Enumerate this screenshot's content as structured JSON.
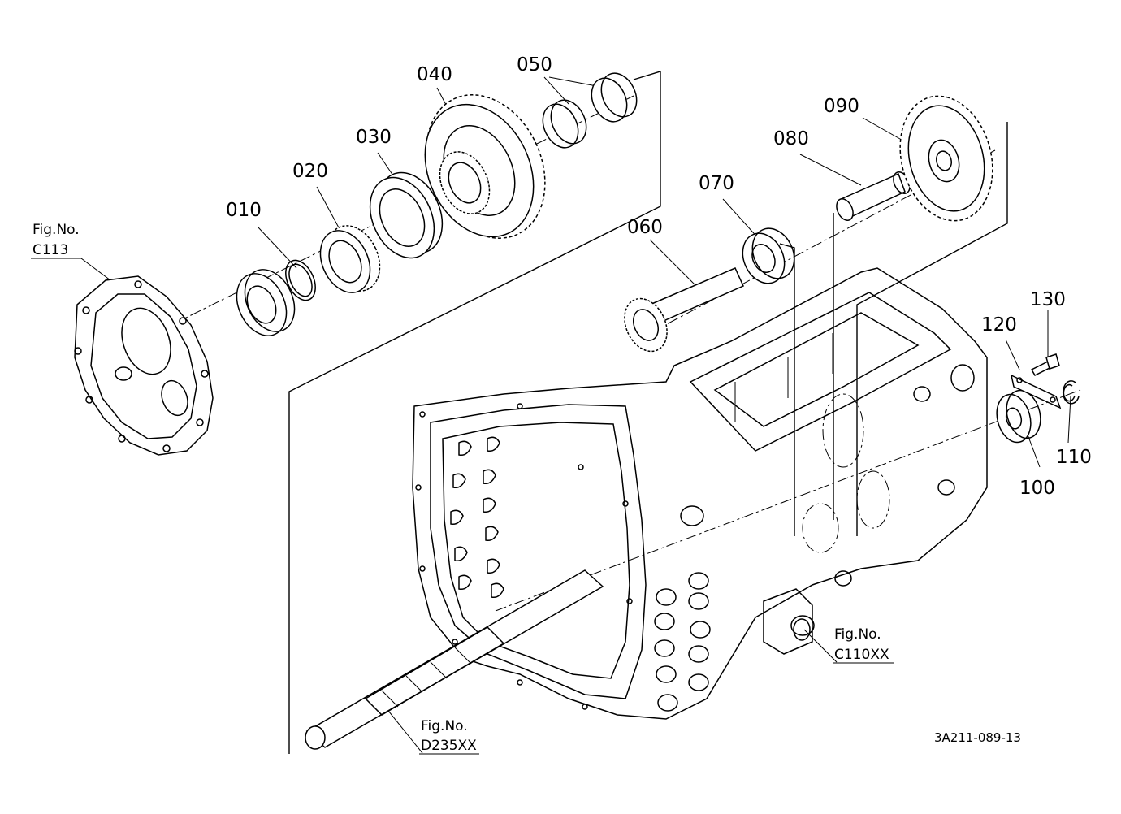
{
  "part_labels": {
    "p010": "010",
    "p020": "020",
    "p030": "030",
    "p040": "040",
    "p050": "050",
    "p060": "060",
    "p070": "070",
    "p080": "080",
    "p090": "090",
    "p100": "100",
    "p110": "110",
    "p120": "120",
    "p130": "130"
  },
  "figure_refs": {
    "c113": {
      "title": "Fig.No.",
      "code": "C113"
    },
    "c110xx": {
      "title": "Fig.No.",
      "code": "C110XX"
    },
    "d235xx": {
      "title": "Fig.No.",
      "code": "D235XX"
    }
  },
  "drawing_code": "3A211-089-13"
}
